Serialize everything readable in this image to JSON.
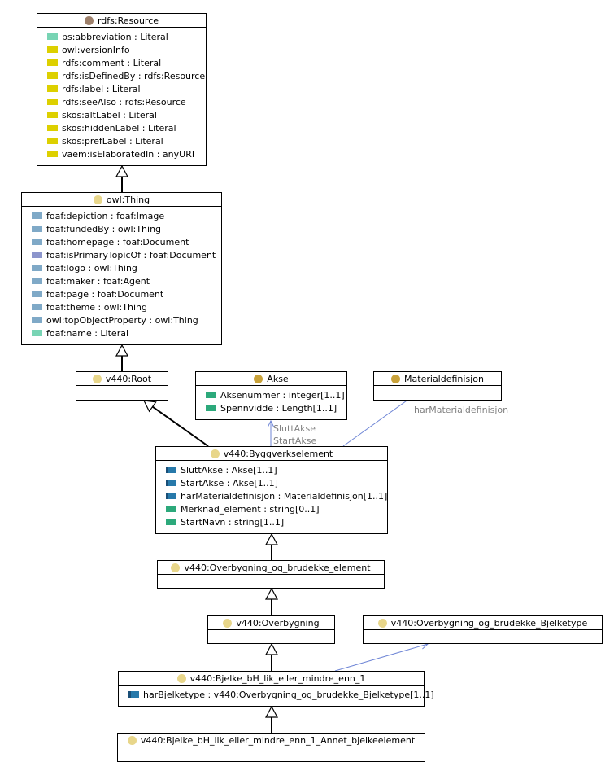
{
  "colors": {
    "edge": "#000000",
    "assoc_edge": "#6f86d6",
    "class_dot_resource": "#9d7f6a",
    "class_dot_owl": "#e8d68a",
    "class_dot_akse": "#c9a23a",
    "icon_literal": "#78d4b4",
    "icon_annotation": "#ddd000",
    "icon_object": "#7fa9c7",
    "icon_object_alt": "#8c95cc",
    "icon_data": "#2ca97b",
    "icon_object_dark": "#2779aa"
  },
  "classes": [
    {
      "id": "resource",
      "name": "rdfs:Resource",
      "dot": "#9d7f6a",
      "attributes": [
        {
          "icon": "literal",
          "text": "bs:abbreviation : Literal"
        },
        {
          "icon": "annotation",
          "text": "owl:versionInfo"
        },
        {
          "icon": "annotation",
          "text": "rdfs:comment : Literal"
        },
        {
          "icon": "annotation",
          "text": "rdfs:isDefinedBy : rdfs:Resource"
        },
        {
          "icon": "annotation",
          "text": "rdfs:label : Literal"
        },
        {
          "icon": "annotation",
          "text": "rdfs:seeAlso : rdfs:Resource"
        },
        {
          "icon": "annotation",
          "text": "skos:altLabel : Literal"
        },
        {
          "icon": "annotation",
          "text": "skos:hiddenLabel : Literal"
        },
        {
          "icon": "annotation",
          "text": "skos:prefLabel : Literal"
        },
        {
          "icon": "annotation",
          "text": "vaem:isElaboratedIn : anyURI"
        }
      ]
    },
    {
      "id": "thing",
      "name": "owl:Thing",
      "dot": "#e8d68a",
      "attributes": [
        {
          "icon": "object",
          "text": "foaf:depiction : foaf:Image"
        },
        {
          "icon": "object",
          "text": "foaf:fundedBy : owl:Thing"
        },
        {
          "icon": "object",
          "text": "foaf:homepage : foaf:Document"
        },
        {
          "icon": "object_alt",
          "text": "foaf:isPrimaryTopicOf : foaf:Document"
        },
        {
          "icon": "object",
          "text": "foaf:logo : owl:Thing"
        },
        {
          "icon": "object",
          "text": "foaf:maker : foaf:Agent"
        },
        {
          "icon": "object",
          "text": "foaf:page : foaf:Document"
        },
        {
          "icon": "object",
          "text": "foaf:theme : owl:Thing"
        },
        {
          "icon": "object",
          "text": "owl:topObjectProperty : owl:Thing"
        },
        {
          "icon": "literal",
          "text": "foaf:name : Literal"
        }
      ]
    },
    {
      "id": "root",
      "name": "v440:Root",
      "dot": "#e8d68a",
      "attributes": []
    },
    {
      "id": "akse",
      "name": "Akse",
      "dot": "#c9a23a",
      "attributes": [
        {
          "icon": "data",
          "text": "Aksenummer : integer[1..1]"
        },
        {
          "icon": "data",
          "text": "Spennvidde : Length[1..1]"
        }
      ]
    },
    {
      "id": "materialdef",
      "name": "Materialdefinisjon",
      "dot": "#c9a23a",
      "attributes": []
    },
    {
      "id": "byggverkselement",
      "name": "v440:Byggverkselement",
      "dot": "#e8d68a",
      "attributes": [
        {
          "icon": "object_dark",
          "text": "SluttAkse : Akse[1..1]"
        },
        {
          "icon": "object_dark",
          "text": "StartAkse : Akse[1..1]"
        },
        {
          "icon": "object_dark",
          "text": "harMaterialdefinisjon : Materialdefinisjon[1..1]"
        },
        {
          "icon": "data",
          "text": "Merknad_element : string[0..1]"
        },
        {
          "icon": "data",
          "text": "StartNavn : string[1..1]"
        }
      ]
    },
    {
      "id": "ob_element",
      "name": "v440:Overbygning_og_brudekke_element",
      "dot": "#e8d68a",
      "attributes": []
    },
    {
      "id": "overbygning",
      "name": "v440:Overbygning",
      "dot": "#e8d68a",
      "attributes": []
    },
    {
      "id": "bjelketype",
      "name": "v440:Overbygning_og_brudekke_Bjelketype",
      "dot": "#e8d68a",
      "attributes": []
    },
    {
      "id": "bjelke1",
      "name": "v440:Bjelke_bH_lik_eller_mindre_enn_1",
      "dot": "#e8d68a",
      "attributes": [
        {
          "icon": "object_dark",
          "text": "harBjelketype : v440:Overbygning_og_brudekke_Bjelketype[1..1]"
        }
      ]
    },
    {
      "id": "bjelke_annet",
      "name": "v440:Bjelke_bH_lik_eller_mindre_enn_1_Annet_bjelkeelement",
      "dot": "#e8d68a",
      "attributes": []
    }
  ],
  "edge_labels": {
    "slutt_akse": "SluttAkse",
    "start_akse": "StartAkse",
    "har_materialdefinisjon": "harMaterialdefinisjon"
  }
}
